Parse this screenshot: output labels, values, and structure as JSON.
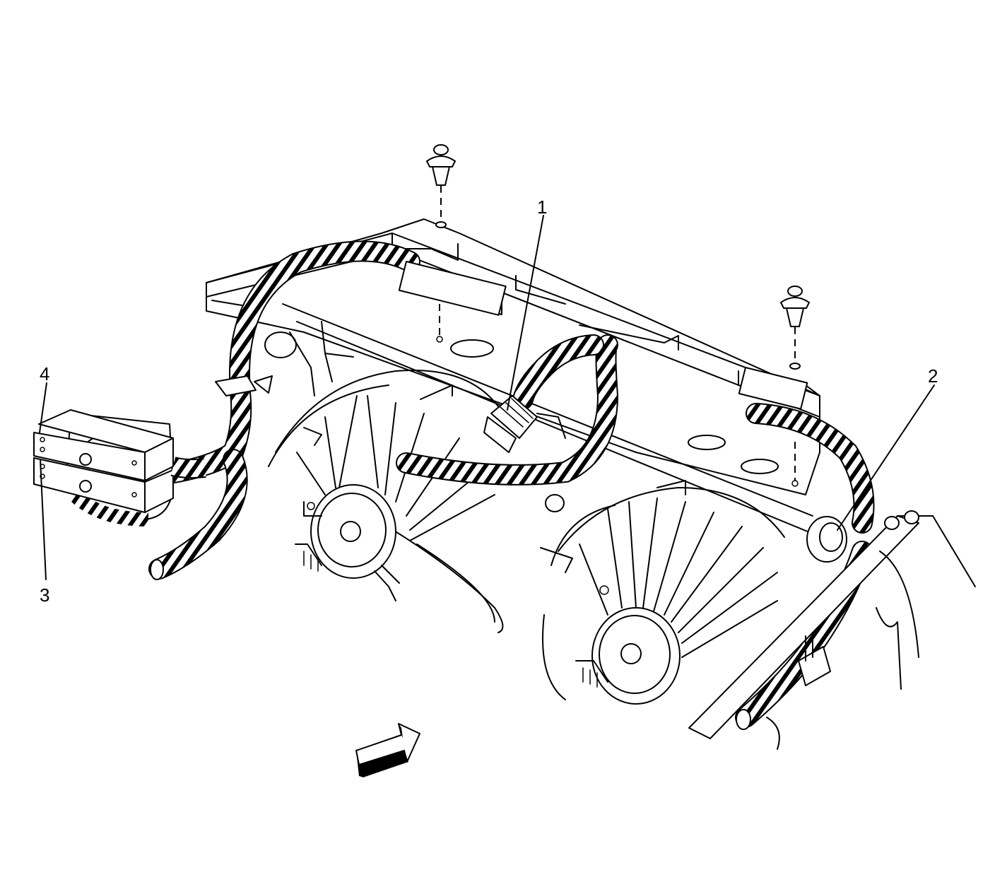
{
  "diagram": {
    "callouts": [
      {
        "id": "1",
        "label": "1"
      },
      {
        "id": "2",
        "label": "2"
      },
      {
        "id": "3",
        "label": "3"
      },
      {
        "id": "4",
        "label": "4"
      }
    ],
    "parts": [
      "push-pin-retainer-icon",
      "radiator-support-icon",
      "wiring-harness-icon",
      "harness-connector-icon",
      "harness-grommet-icon",
      "harness-junction-block-icon",
      "cooling-fan-left-icon",
      "cooling-fan-right-icon",
      "view-direction-arrow-icon"
    ]
  }
}
